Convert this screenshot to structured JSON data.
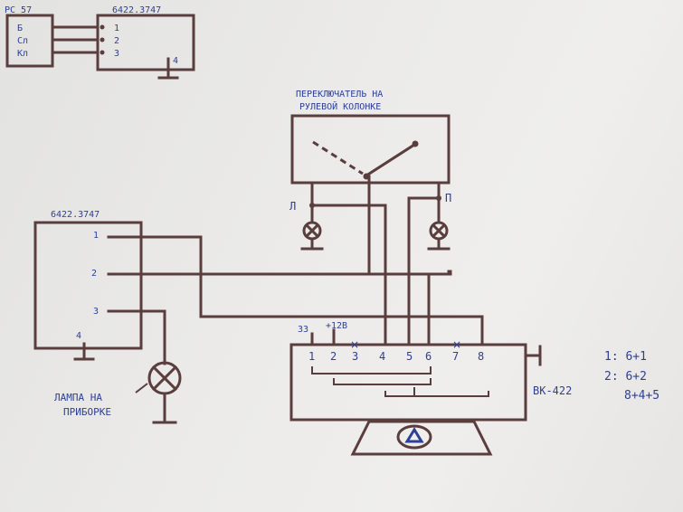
{
  "top_relay": {
    "left_block": "РС 57",
    "right_block": "6422.3747",
    "left_pins": [
      "Б",
      "Сл",
      "Кл"
    ],
    "right_pins": [
      "1",
      "2",
      "3",
      "4"
    ]
  },
  "switch": {
    "title_line1": "ПЕРЕКЛЮЧАТЕЛЬ НА",
    "title_line2": "РУЛЕВОЙ КОЛОНКЕ",
    "left_lamp": "Л",
    "right_lamp": "П"
  },
  "relay2": {
    "name": "6422.3747",
    "pins": [
      "1",
      "2",
      "3",
      "4"
    ]
  },
  "lamp": {
    "line1": "ЛАМПА НА",
    "line2": "ПРИБОРКЕ"
  },
  "bk": {
    "name": "ВК-422",
    "top_labels": [
      "33",
      "+12В"
    ],
    "pins": [
      "1",
      "2",
      "3",
      "4",
      "5",
      "6",
      "7",
      "8"
    ]
  },
  "notes": {
    "line1": "1: 6+1",
    "line2": "2: 6+2",
    "line3": "8+4+5"
  }
}
